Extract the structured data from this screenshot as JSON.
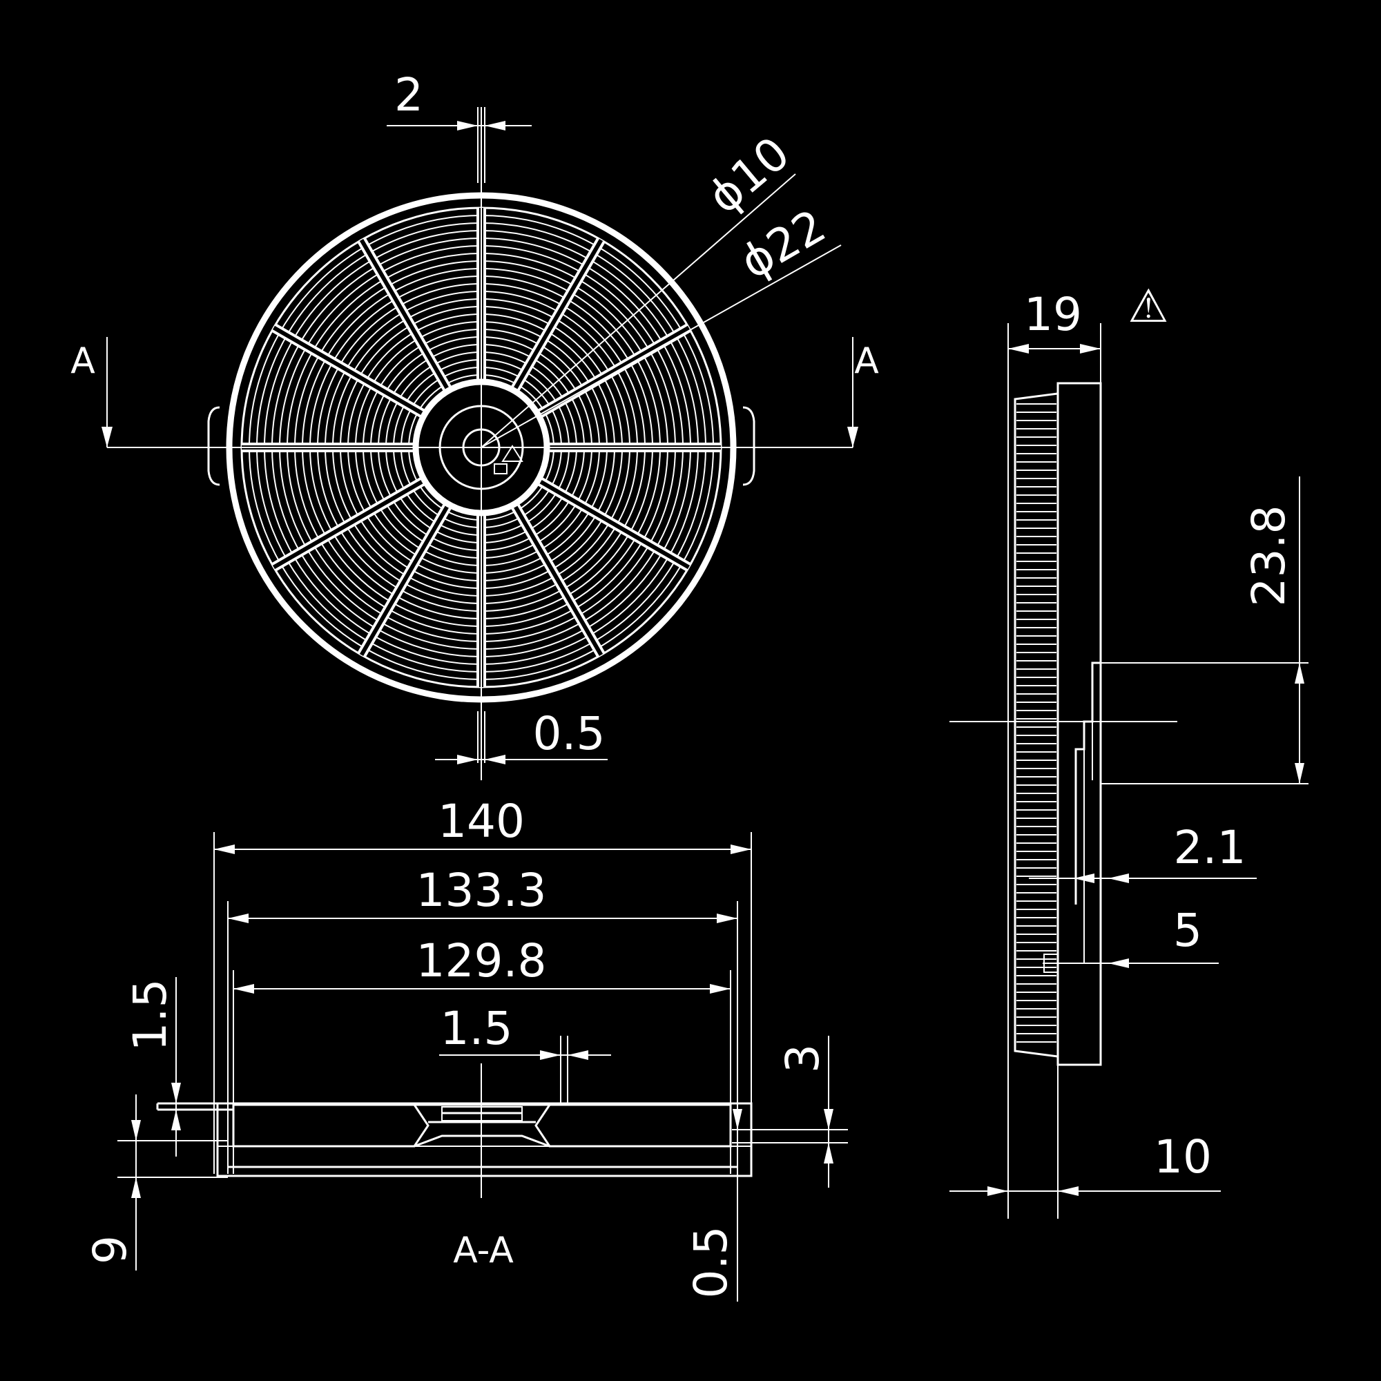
{
  "front_view": {
    "dim_gap": "2",
    "dim_d10": "ϕ10",
    "dim_d22": "ϕ22",
    "dim_rim": "0.5",
    "section_mark_left": "A",
    "section_mark_right": "A"
  },
  "section_view": {
    "title": "A-A",
    "dim_overall": "140",
    "dim_mid": "133.3",
    "dim_inner": "129.8",
    "dim_hub": "1.5",
    "dim_left_top": "1.5",
    "dim_left_height": "9",
    "dim_right_height": "3",
    "dim_bottom": "0.5"
  },
  "side_view": {
    "dim_thickness": "19",
    "warning_symbol": "⚠",
    "dim_offset": "23.8",
    "dim_a": "2.1",
    "dim_b": "5",
    "dim_base": "10"
  },
  "colors": {
    "background": "#000000",
    "line": "#ffffff"
  }
}
